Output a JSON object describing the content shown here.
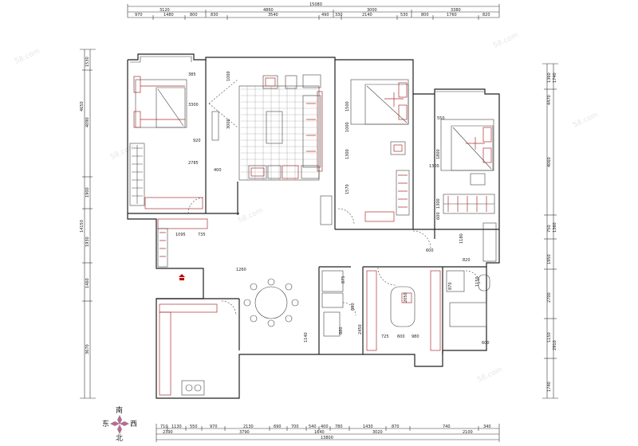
{
  "dimensions": {
    "top_total": "15080",
    "top_row1": [
      "3120",
      "4860",
      "3000",
      "3380"
    ],
    "top_row2": [
      "970",
      "1480",
      "800",
      "830",
      "3540",
      "490",
      "330",
      "2140",
      "530",
      "800",
      "1760",
      "820"
    ],
    "bottom_total": "13800",
    "bottom_row1": [
      "710",
      "1130",
      "550",
      "970",
      "2130",
      "690",
      "700",
      "540",
      "400",
      "780",
      "1430",
      "870",
      "740",
      "340"
    ],
    "bottom_row2": [
      "2390",
      "3790",
      "1640",
      "3020",
      "2100"
    ],
    "left": [
      "1530",
      "4650",
      "4090",
      "1900",
      "14150",
      "1930",
      "1460",
      "3670"
    ],
    "right": [
      "1360",
      "1740",
      "4470",
      "4060",
      "750",
      "1360",
      "1950",
      "2700",
      "1150",
      "2910",
      "1740"
    ],
    "interior": [
      "385",
      "3300",
      "920",
      "2785",
      "400",
      "1000",
      "3000",
      "1500",
      "1000",
      "1300",
      "1570",
      "550",
      "1800",
      "1300",
      "1300",
      "600",
      "1095",
      "735",
      "1260",
      "1140",
      "800",
      "875",
      "600",
      "820",
      "2050",
      "725",
      "600",
      "980",
      "1150",
      "600",
      "1180",
      "870",
      "880",
      "2450"
    ]
  },
  "compass": {
    "north": "北",
    "south": "南",
    "east": "东",
    "west": "西"
  },
  "watermark": "58.com"
}
